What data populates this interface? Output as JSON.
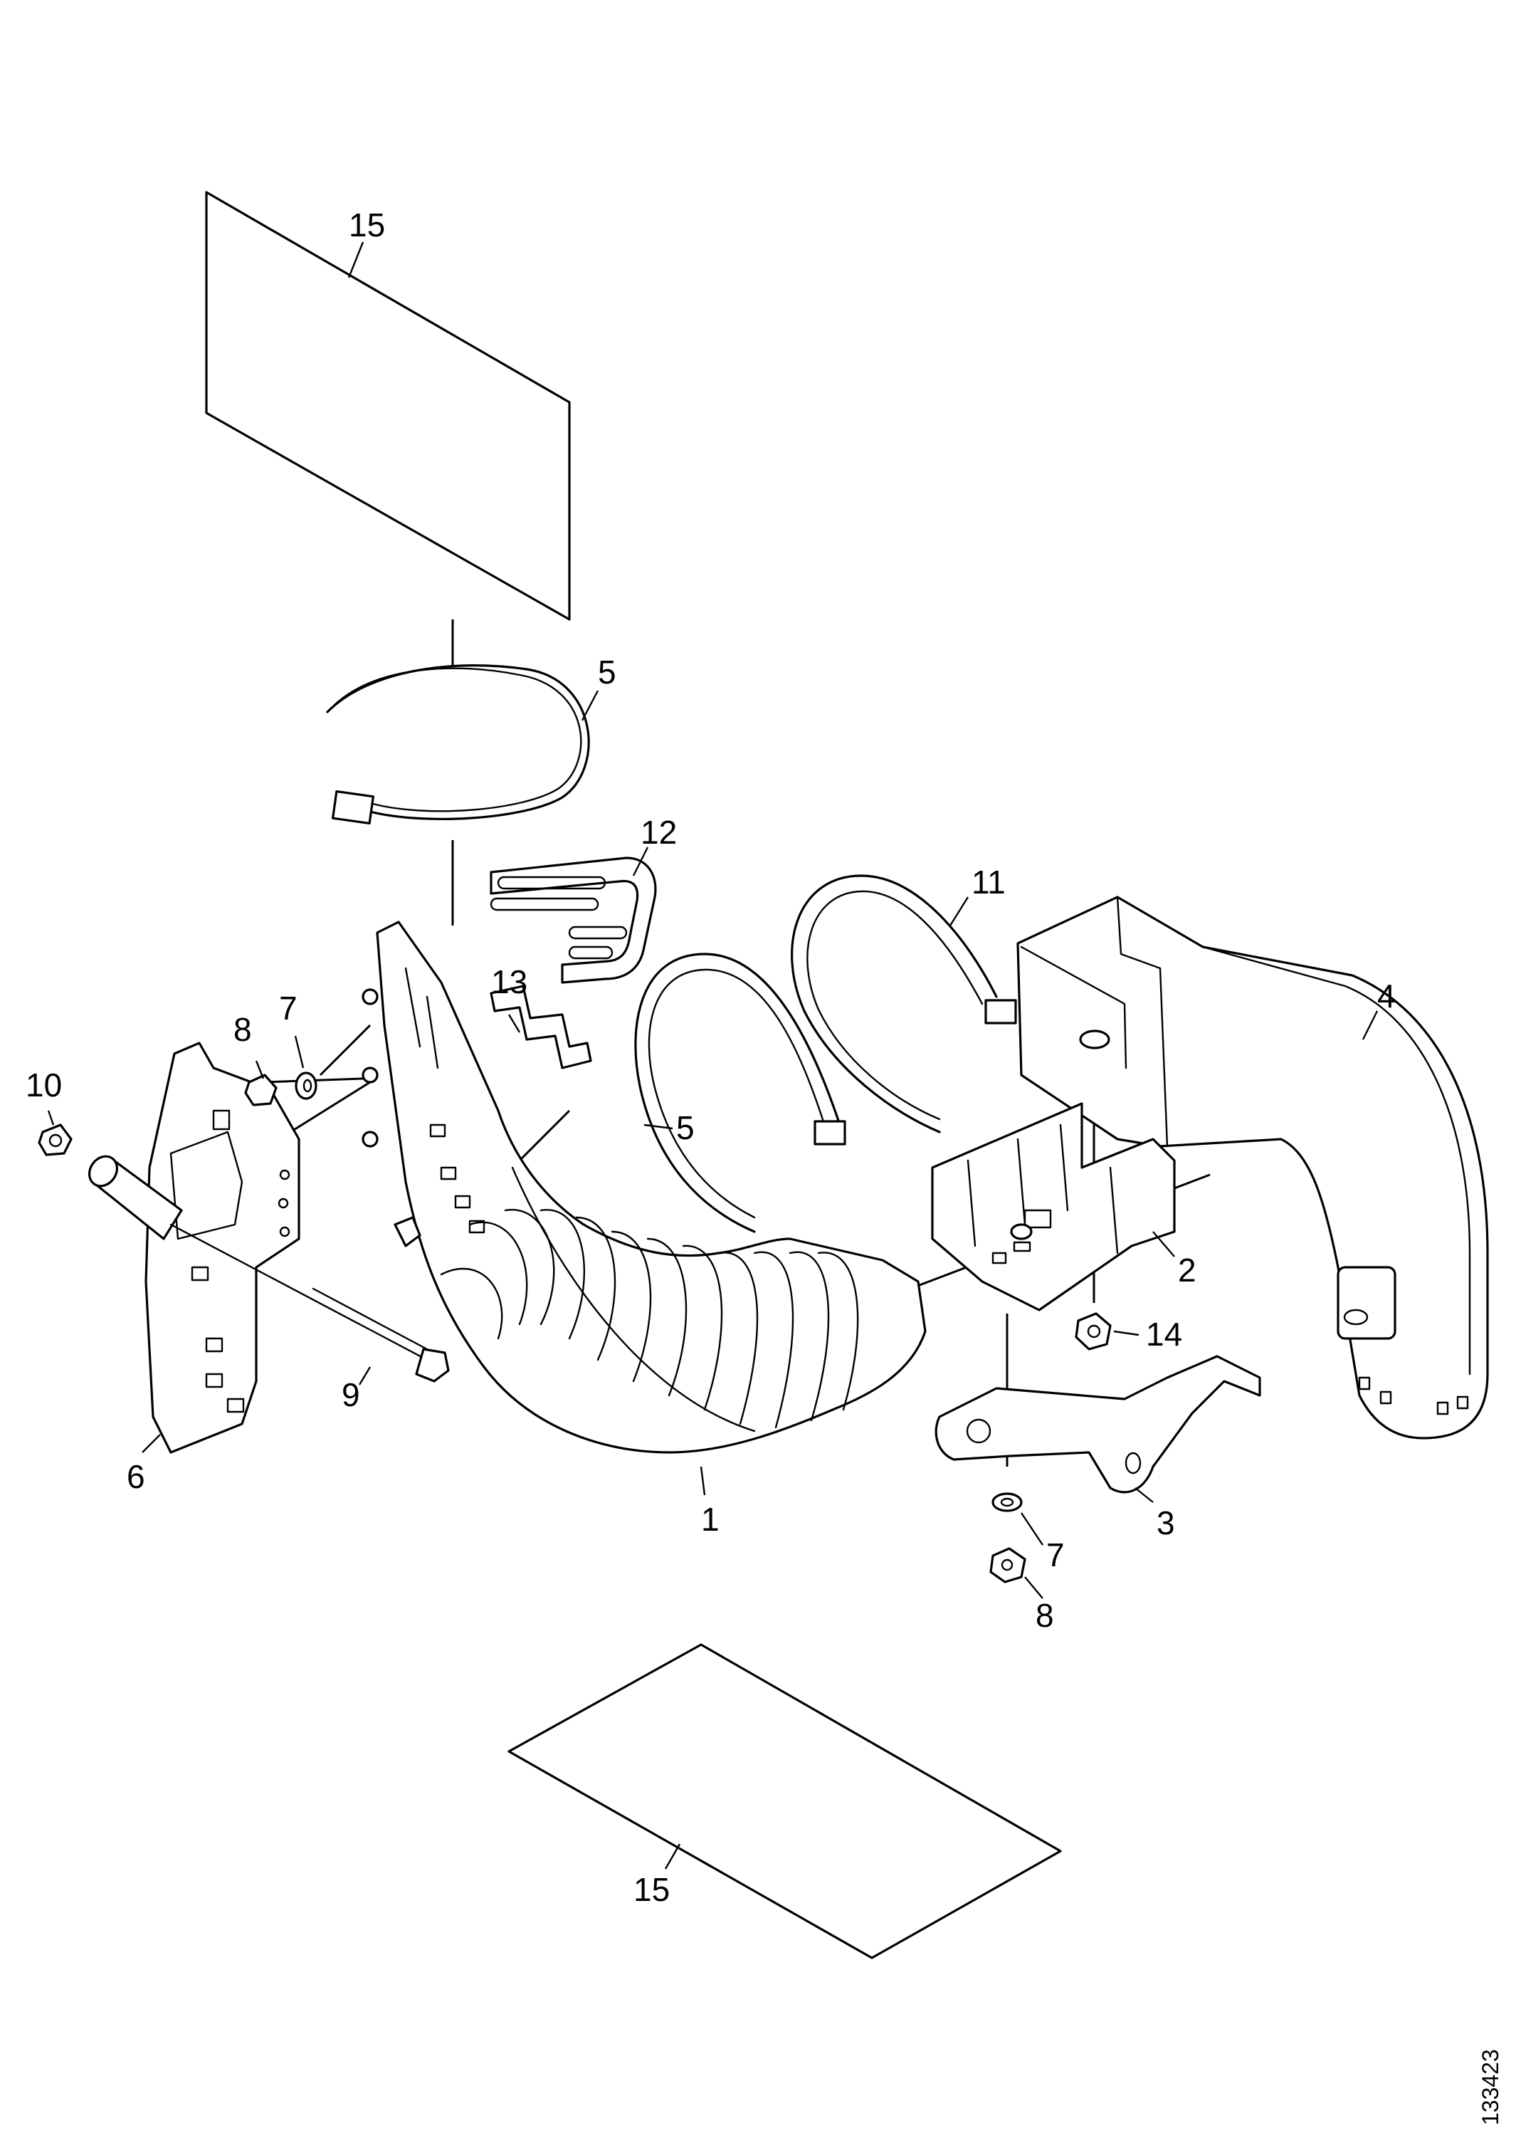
{
  "diagram": {
    "reference_number": "133423",
    "callouts": [
      {
        "id": "c15-top",
        "label": "15"
      },
      {
        "id": "c5-top",
        "label": "5"
      },
      {
        "id": "c12",
        "label": "12"
      },
      {
        "id": "c11",
        "label": "11"
      },
      {
        "id": "c4",
        "label": "4"
      },
      {
        "id": "c13",
        "label": "13"
      },
      {
        "id": "c8-left",
        "label": "8"
      },
      {
        "id": "c7-left",
        "label": "7"
      },
      {
        "id": "c10",
        "label": "10"
      },
      {
        "id": "c5-mid",
        "label": "5"
      },
      {
        "id": "c2",
        "label": "2"
      },
      {
        "id": "c14",
        "label": "14"
      },
      {
        "id": "c9",
        "label": "9"
      },
      {
        "id": "c6",
        "label": "6"
      },
      {
        "id": "c1",
        "label": "1"
      },
      {
        "id": "c3",
        "label": "3"
      },
      {
        "id": "c7-right",
        "label": "7"
      },
      {
        "id": "c8-right",
        "label": "8"
      },
      {
        "id": "c15-bottom",
        "label": "15"
      }
    ]
  }
}
